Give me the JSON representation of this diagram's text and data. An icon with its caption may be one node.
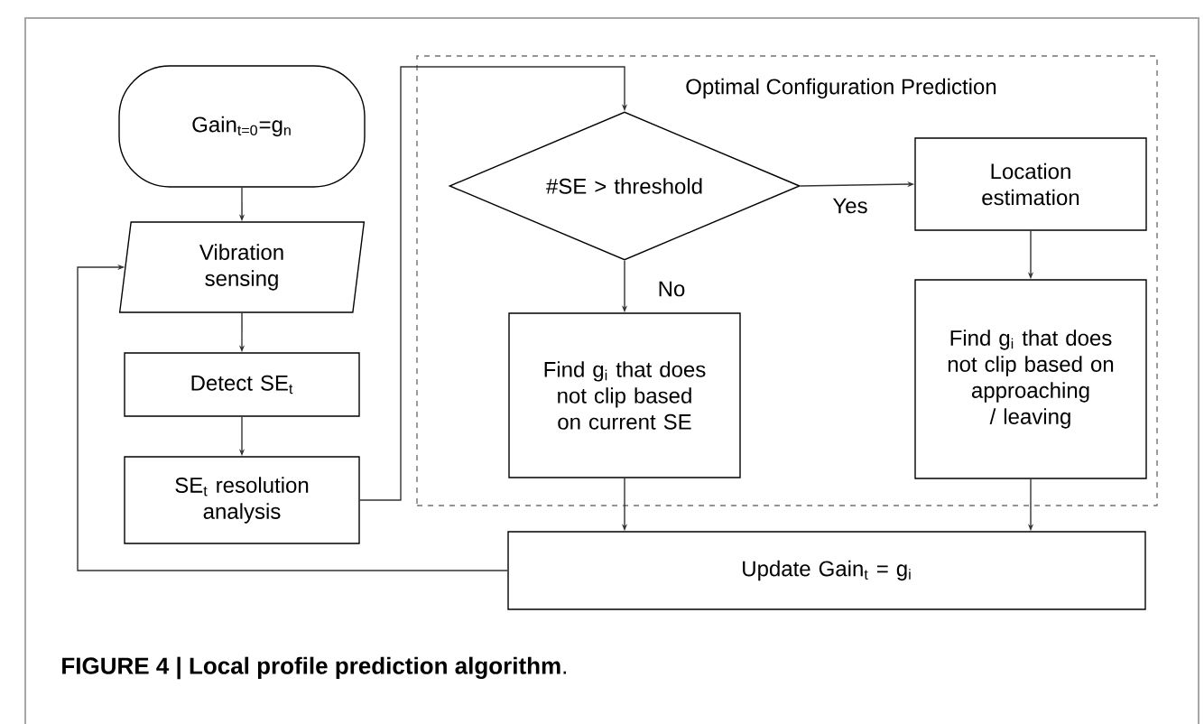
{
  "diagram": {
    "caption": "**FIGURE 4 | Local profile prediction algorithm**.",
    "nodes": [
      {
        "text": [
          "Gain$_{t=0}$=g$_{n}$"
        ]
      },
      {
        "text": [
          "Vibration sensing"
        ]
      },
      {
        "text": [
          "Detect SE$_{t}$"
        ]
      },
      {
        "text": [
          "SE$_{t}$ resolution analysis"
        ]
      },
      {
        "text": [
          "Optimal Configuration Prediction"
        ]
      },
      {
        "text": [
          "#SE > threshold"
        ],
        "in": 4
      },
      {
        "text": [
          "Location estimation"
        ],
        "in": 4
      },
      {
        "text": [
          "Find g$_{i}$ that does not clip based on current SE"
        ],
        "in": 4
      },
      {
        "text": [
          "Find g$_{i}$ that does not clip based on approaching / leaving"
        ],
        "in": 4
      },
      {
        "text": [
          "Update Gain$_{t}$ = g$_{i}$"
        ]
      }
    ],
    "edges": [
      {
        "from": 0,
        "to": 1,
        "arrow": "to"
      },
      {
        "from": 1,
        "to": 2,
        "arrow": "to"
      },
      {
        "from": 2,
        "to": 3,
        "arrow": "to"
      },
      {
        "from": 3,
        "to": 5,
        "arrow": "to"
      },
      {
        "from": 5,
        "to": 6,
        "label": "Yes",
        "arrow": "to"
      },
      {
        "from": 5,
        "to": 7,
        "label": "No",
        "arrow": "to"
      },
      {
        "from": 6,
        "to": 8,
        "arrow": "to"
      },
      {
        "from": 7,
        "to": 9,
        "arrow": "to"
      },
      {
        "from": 8,
        "to": 9,
        "arrow": "to"
      },
      {
        "from": 9,
        "to": 1,
        "arrow": "to"
      }
    ]
  }
}
